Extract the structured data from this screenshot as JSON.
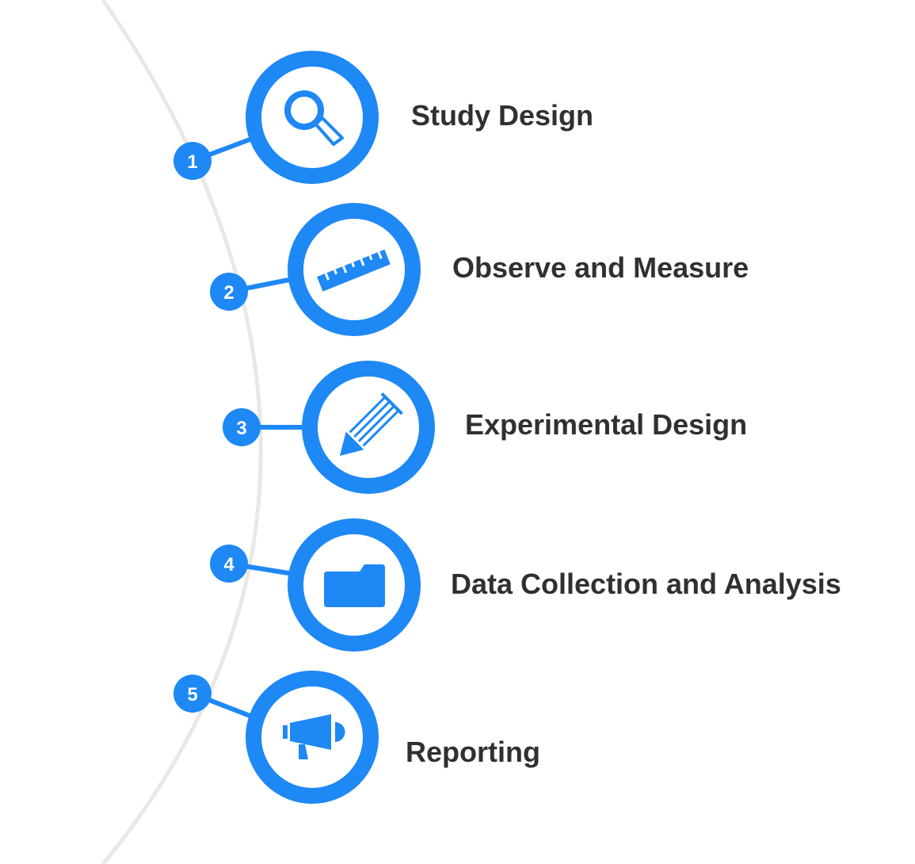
{
  "colors": {
    "accent": "#1e88f5",
    "arc": "#e8e8e8",
    "text": "#2f3033",
    "background": "#ffffff"
  },
  "steps": [
    {
      "number": "1",
      "title": "Study Design",
      "icon": "magnifier-icon"
    },
    {
      "number": "2",
      "title": "Observe and Measure",
      "icon": "ruler-icon"
    },
    {
      "number": "3",
      "title": "Experimental Design",
      "icon": "pencil-icon"
    },
    {
      "number": "4",
      "title": "Data Collection and Analysis",
      "icon": "folder-icon"
    },
    {
      "number": "5",
      "title": "Reporting",
      "icon": "megaphone-icon"
    }
  ]
}
